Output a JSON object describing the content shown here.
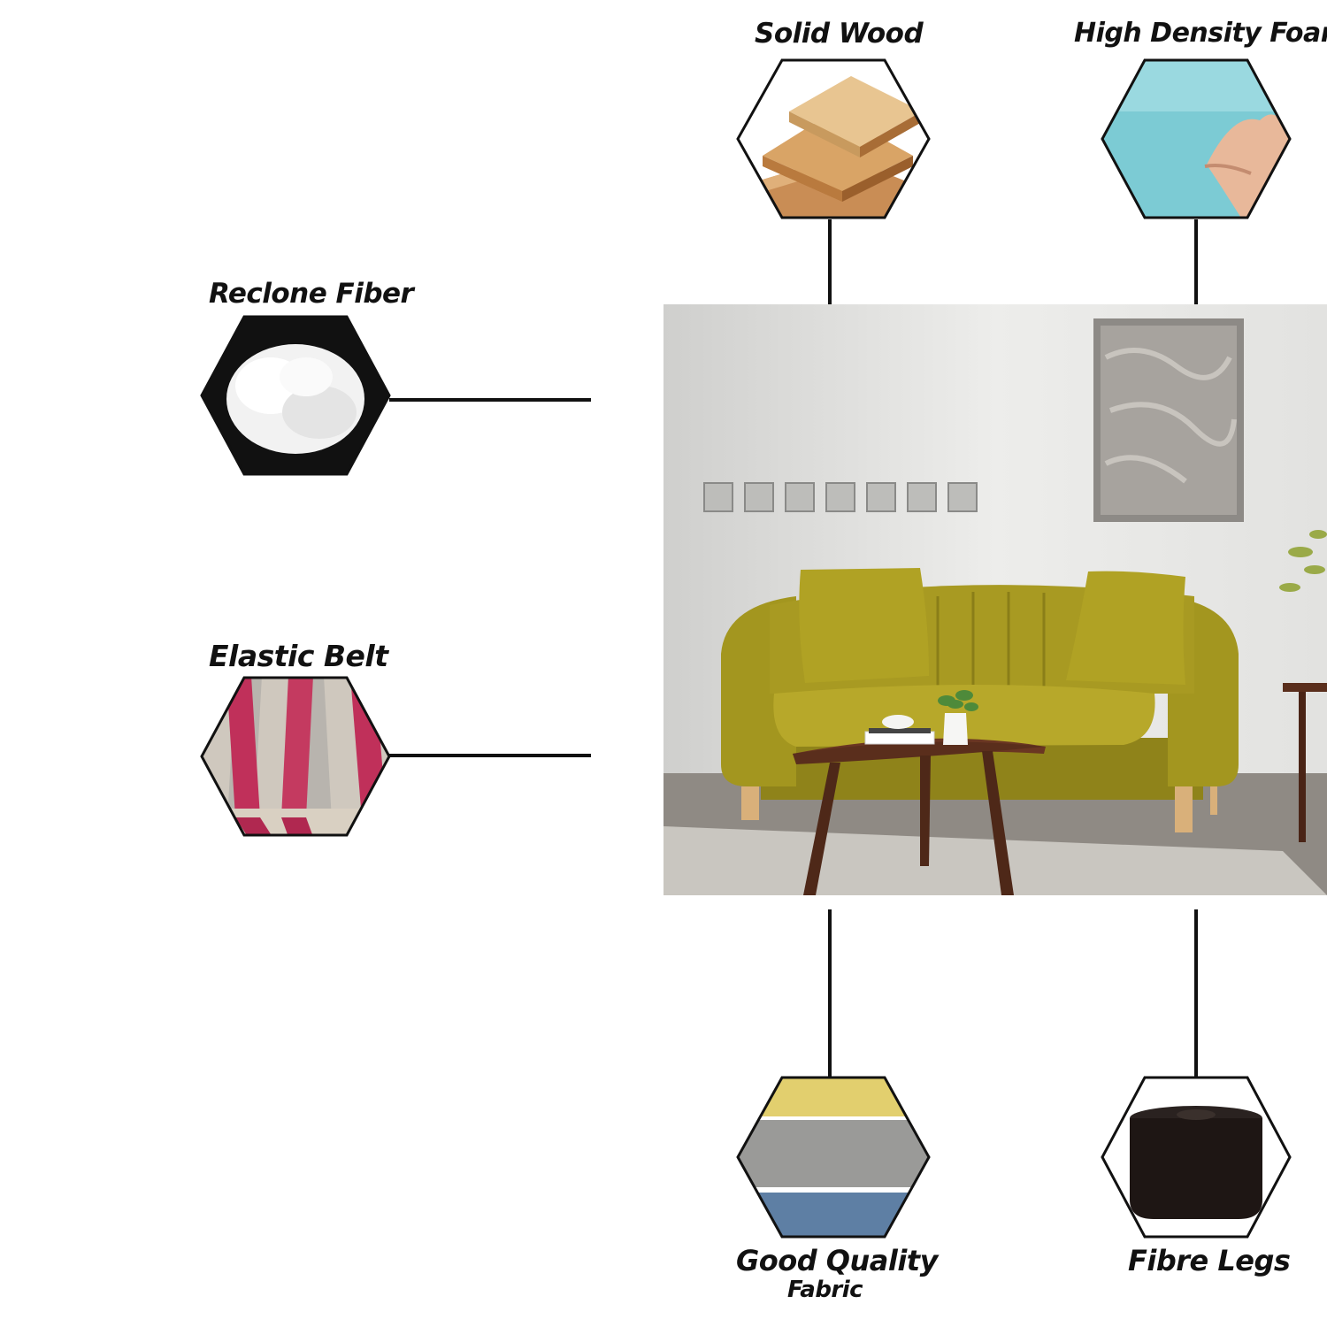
{
  "materials": {
    "solid_wood": "Solid Wood",
    "high_density_foam": "High Density Foam",
    "reclone_fiber": "Reclone Fiber",
    "elastic_belt": "Elastic Belt",
    "good_quality": "Good Quality",
    "fabric": "Fabric",
    "fibre_legs": "Fibre Legs"
  },
  "icons": {
    "solid_wood": "plywood-sheets-icon",
    "high_density_foam": "foam-block-icon",
    "reclone_fiber": "fiber-cotton-icon",
    "elastic_belt": "elastic-webbing-icon",
    "fabric": "fabric-swatches-icon",
    "fibre_legs": "sofa-leg-icon"
  },
  "colors": {
    "sofa": "#a89a22",
    "wall": "#e6e6e4",
    "table": "#5a2e1c",
    "outline": "#111111"
  }
}
